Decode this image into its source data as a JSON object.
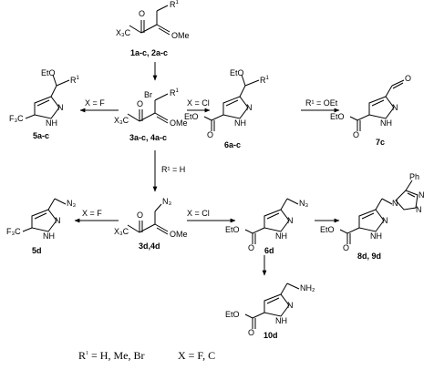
{
  "labels": {
    "r1": "R",
    "r1_sup": "1",
    "x3c": "X₃C",
    "f3c": "F₃C",
    "ome": "OMe",
    "o": "O",
    "br": "Br",
    "eto": "EtO",
    "n": "N",
    "nh": "NH",
    "h": "H",
    "n3": "N₃",
    "ph": "Ph",
    "nh2": "NH₂",
    "nn": "N",
    "nnn": "N"
  },
  "conditions": {
    "xf": "X = F",
    "xcl": "X = Cl",
    "r1h": "R¹ = H",
    "r1oet": "R¹ = OEt",
    "xf2": "X = F",
    "xcl2": "X = Cl"
  },
  "compounds": {
    "c1": "1a-c, 2a-c",
    "c3": "3a-c, 4a-c",
    "c5": "5a-c",
    "c6": "6a-c",
    "c7": "7c",
    "c3d": "3d,4d",
    "c5d": "5d",
    "c6d": "6d",
    "c8": "8d, 9d",
    "c10": "10d"
  },
  "legend": {
    "r": "R",
    "r_sup": "1",
    "r_tail": " = H, Me, Br",
    "x": "X = F, C"
  }
}
